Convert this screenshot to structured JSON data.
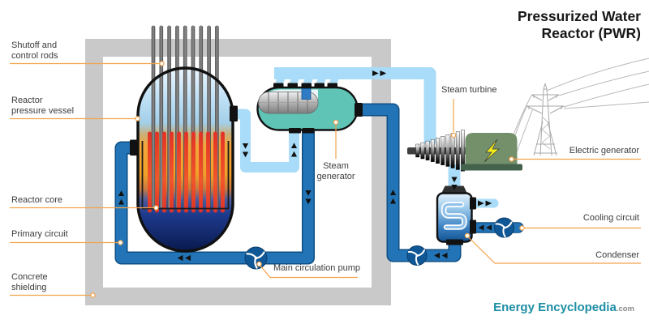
{
  "title": {
    "line1": "Pressurized Water",
    "line2": "Reactor (PWR)"
  },
  "labels": {
    "shutoff_rods": "Shutoff and\ncontrol rods",
    "pressure_vessel": "Reactor\npressure vessel",
    "reactor_core": "Reactor core",
    "primary_circuit": "Primary circuit",
    "concrete_shielding": "Concrete\nshielding",
    "steam_generator": "Steam\ngenerator",
    "main_circulation_pump": "Main circulation pump",
    "steam_turbine": "Steam turbine",
    "electric_generator": "Electric generator",
    "cooling_circuit": "Cooling circuit",
    "condenser": "Condenser"
  },
  "logo": {
    "name": "Energy Encyclopedia",
    "tld": ".com"
  },
  "colors": {
    "primary_pipe": "#2274b6",
    "primary_pipe_outline": "#0e4e84",
    "steam_pipe": "#a9dcf8",
    "concrete": "#c9c9c9",
    "steam_generator_shell": "#5fc3b5",
    "vessel_core_glow": "#f2a42f",
    "vessel_bottom": "#0a1a4e",
    "fuel_rod_red": "#e23126",
    "generator_green": "#73906b",
    "generator_base": "#45624c",
    "lightning_yellow": "#f4ec1a",
    "leader_orange": "#f3a24b",
    "logo_teal": "#1d8ea4",
    "arrow_black": "#111111"
  }
}
